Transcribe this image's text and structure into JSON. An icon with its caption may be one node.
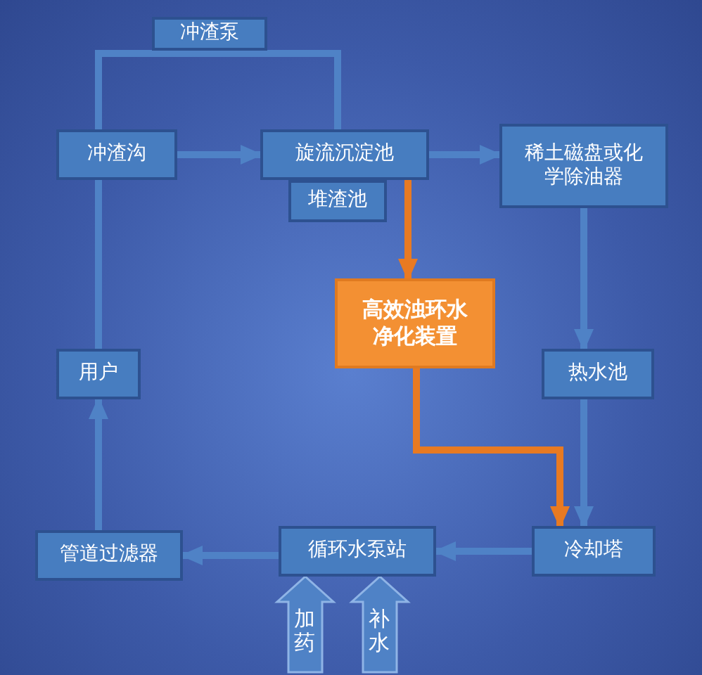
{
  "diagram": {
    "nodes": [
      {
        "text": [
          "冲渣泵"
        ]
      },
      {
        "text": [
          "冲渣沟"
        ]
      },
      {
        "text": [
          "旋流沉淀池"
        ]
      },
      {
        "text": [
          "堆渣池"
        ]
      },
      {
        "text": [
          "稀土磁盘或化学除油器"
        ]
      },
      {
        "text": [
          "高效浊环水净化装置"
        ]
      },
      {
        "text": [
          "热水池"
        ]
      },
      {
        "text": [
          "用户"
        ]
      },
      {
        "text": [
          "管道过滤器"
        ]
      },
      {
        "text": [
          "循环水泵站"
        ]
      },
      {
        "text": [
          "冷却塔"
        ]
      }
    ],
    "edges": [
      {
        "from": 1,
        "to": 2,
        "arrow": "none"
      },
      {
        "from": 1,
        "to": 2,
        "arrow": "to"
      },
      {
        "from": 2,
        "to": 4,
        "arrow": "to"
      },
      {
        "from": 4,
        "to": 6,
        "arrow": "to"
      },
      {
        "from": 6,
        "to": 10,
        "arrow": "to"
      },
      {
        "from": 2,
        "to": 5,
        "arrow": "to",
        "color": "#e87a22"
      },
      {
        "from": 5,
        "to": 10,
        "arrow": "to",
        "color": "#e87a22"
      },
      {
        "from": 10,
        "to": 9,
        "arrow": "to"
      },
      {
        "from": 9,
        "to": 8,
        "arrow": "to"
      },
      {
        "from": 8,
        "to": 7,
        "arrow": "to"
      },
      {
        "from": 7,
        "to": 1,
        "arrow": "none"
      },
      {
        "from": null,
        "to": 9,
        "arrow": "to",
        "label": "加药"
      },
      {
        "from": null,
        "to": 9,
        "arrow": "to",
        "label": "补水"
      }
    ]
  }
}
